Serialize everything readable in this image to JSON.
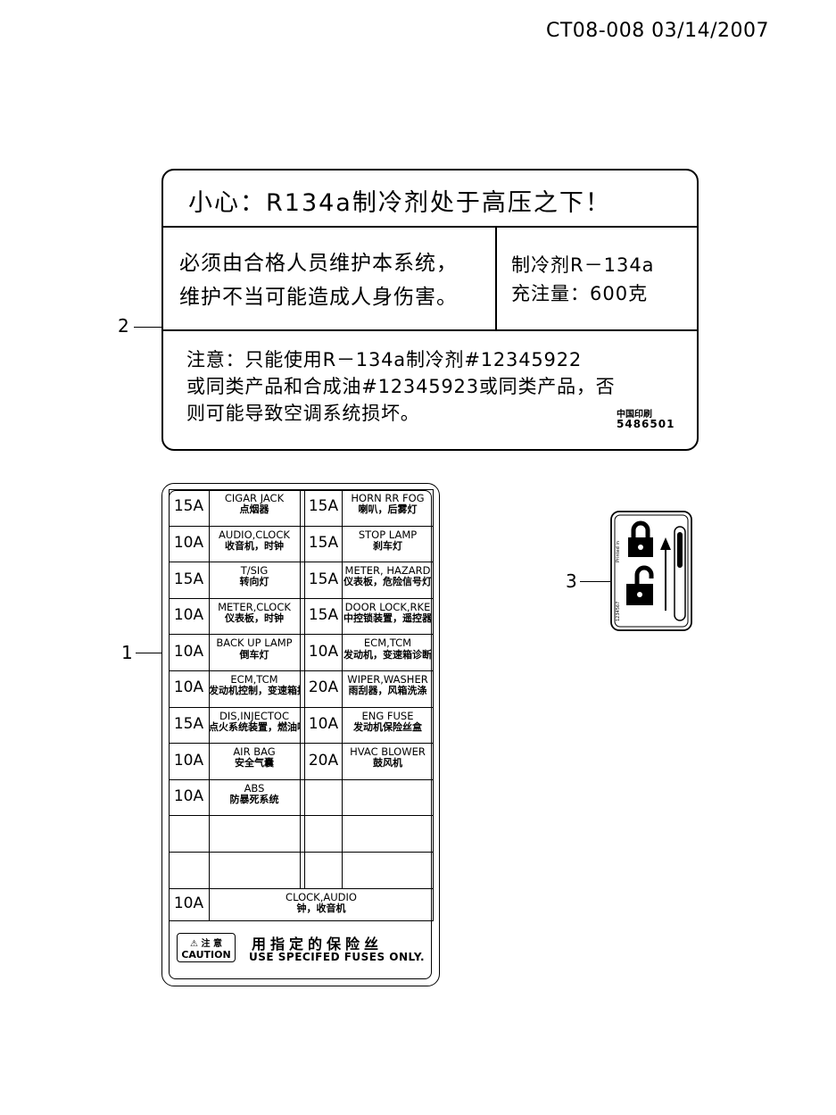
{
  "document_id": "CT08-008  03/14/2007",
  "callouts": [
    "1",
    "2",
    "3"
  ],
  "refrigerant_label": {
    "title": "小心：R134a制冷剂处于高压之下！",
    "left_lines": [
      "必须由合格人员维护本系统，",
      "维护不当可能造成人身伤害。"
    ],
    "right_lines": [
      "制冷剂R－134a",
      "充注量：600克"
    ],
    "notice_lines": [
      "注意：只能使用R－134a制冷剂#12345922",
      "或同类产品和合成油#12345923或同类产品，否",
      "则可能导致空调系统损坏。"
    ],
    "printed_in": "中国印刷",
    "part_code": "5486501"
  },
  "fuse_label": {
    "rows": [
      {
        "left": {
          "amp": "15A",
          "en": "CIGAR JACK",
          "zh": "点烟器"
        },
        "right": {
          "amp": "15A",
          "en": "HORN RR FOG",
          "zh": "喇叭，后雾灯"
        }
      },
      {
        "left": {
          "amp": "10A",
          "en": "AUDIO,CLOCK",
          "zh": "收音机，时钟"
        },
        "right": {
          "amp": "15A",
          "en": "STOP LAMP",
          "zh": "刹车灯"
        }
      },
      {
        "left": {
          "amp": "15A",
          "en": "T/SIG",
          "zh": "转向灯"
        },
        "right": {
          "amp": "15A",
          "en": "METER, HAZARD",
          "zh": "仪表板，危险信号灯"
        }
      },
      {
        "left": {
          "amp": "10A",
          "en": "METER,CLOCK",
          "zh": "仪表板，时钟"
        },
        "right": {
          "amp": "15A",
          "en": "DOOR LOCK,RKE",
          "zh": "中控锁装置，遥控器"
        }
      },
      {
        "left": {
          "amp": "10A",
          "en": "BACK UP LAMP",
          "zh": "倒车灯"
        },
        "right": {
          "amp": "10A",
          "en": "ECM,TCM",
          "zh": "发动机，变速箱诊断"
        }
      },
      {
        "left": {
          "amp": "10A",
          "en": "ECM,TCM",
          "zh": "发动机控制，变速箱控制"
        },
        "right": {
          "amp": "20A",
          "en": "WIPER,WASHER",
          "zh": "雨刮器，风箱洗涤"
        }
      },
      {
        "left": {
          "amp": "15A",
          "en": "DIS,INJECTOC",
          "zh": "点火系统装置，燃油喷射"
        },
        "right": {
          "amp": "10A",
          "en": "ENG FUSE",
          "zh": "发动机保险丝盒"
        }
      },
      {
        "left": {
          "amp": "10A",
          "en": "AIR BAG",
          "zh": "安全气囊"
        },
        "right": {
          "amp": "20A",
          "en": "HVAC BLOWER",
          "zh": "鼓风机"
        }
      },
      {
        "left": {
          "amp": "10A",
          "en": "ABS",
          "zh": "防暴死系统"
        },
        "right": {
          "amp": "",
          "en": "",
          "zh": ""
        }
      },
      {
        "left": {
          "amp": "",
          "en": "",
          "zh": ""
        },
        "right": {
          "amp": "",
          "en": "",
          "zh": ""
        }
      },
      {
        "left": {
          "amp": "",
          "en": "",
          "zh": ""
        },
        "right": {
          "amp": "",
          "en": "",
          "zh": ""
        }
      }
    ],
    "bottom_row": {
      "amp": "10A",
      "en": "CLOCK,AUDIO",
      "zh": "钟，收音机"
    },
    "caution_zh_small": "注 意",
    "caution_en_small": "CAUTION",
    "caution_zh": "用指定的保险丝",
    "caution_en": "USE SPECIFED FUSES ONLY."
  },
  "lock_label": {
    "side_text_top": "Printed in",
    "side_text_bottom": "1234567"
  }
}
